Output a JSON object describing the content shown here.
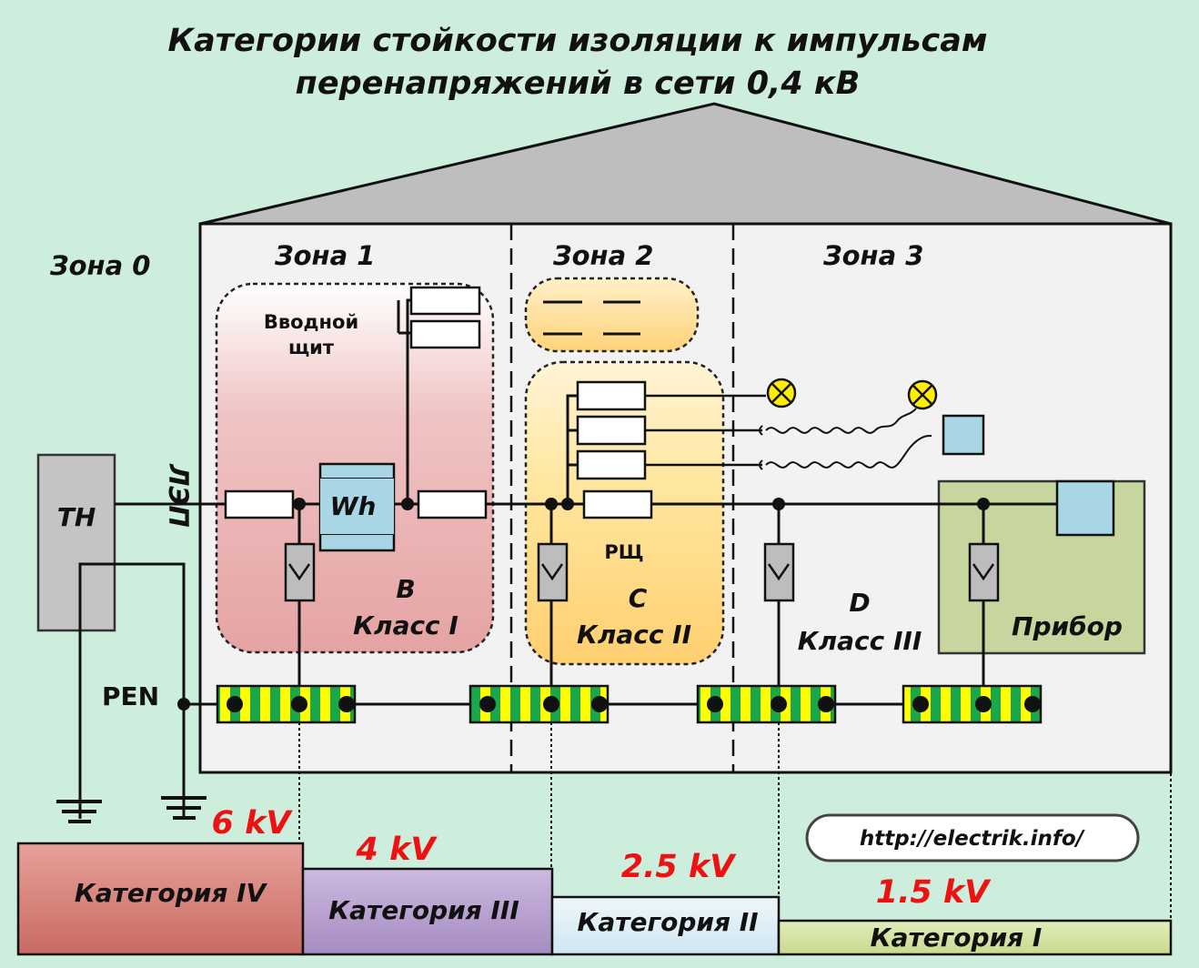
{
  "title": {
    "line1": "Категории стойкости изоляции к импульсам",
    "line2": "перенапряжений в сети 0,4 кВ"
  },
  "zones": {
    "zone0": "Зона 0",
    "zone1": "Зона 1",
    "zone2": "Зона 2",
    "zone3": "Зона 3"
  },
  "labels": {
    "tn": "ТН",
    "lep": "ЛЭП",
    "pen": "PEN",
    "vvodnoy_line1": "Вводной",
    "vvodnoy_line2": "щит",
    "meter": "Wh",
    "rsch": "РЩ",
    "class_b_letter": "B",
    "class_b": "Класс I",
    "class_c_letter": "C",
    "class_c": "Класс II",
    "class_d_letter": "D",
    "class_d": "Класс III",
    "device": "Прибор",
    "url": "http://electrik.info/"
  },
  "categories": [
    {
      "name": "Категория IV",
      "voltage": "6 kV",
      "color": "#d98880"
    },
    {
      "name": "Категория III",
      "voltage": "4 kV",
      "color": "#b8a3cf"
    },
    {
      "name": "Категория II",
      "voltage": "2.5 kV",
      "color": "#dcedf6"
    },
    {
      "name": "Категория I",
      "voltage": "1.5 kV",
      "color": "#d6e4a6"
    }
  ],
  "colors": {
    "background": "#cdeedd",
    "house": "#f2f2f2",
    "roof": "#bebebe",
    "zone1_fill": "#e6a7a7",
    "zone2_fill": "#ffd27a",
    "device_fill": "#c7d69f",
    "meter_fill": "#a9d6e4",
    "pen_green": "#1aa84a",
    "pen_yellow": "#ffff00",
    "lamp": "#ffee00",
    "voltage_text": "#ee1111"
  }
}
